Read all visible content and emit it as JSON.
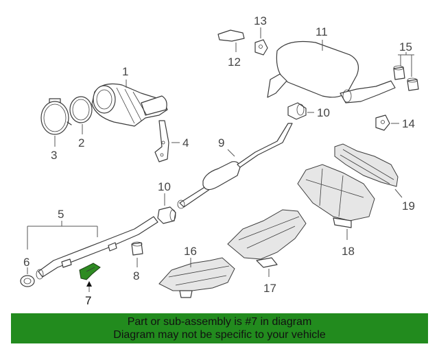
{
  "diagram": {
    "part_labels": {
      "p1": "1",
      "p2": "2",
      "p3": "3",
      "p4": "4",
      "p5": "5",
      "p6": "6",
      "p7": "7",
      "p8": "8",
      "p9": "9",
      "p10a": "10",
      "p10b": "10",
      "p11": "11",
      "p12": "12",
      "p13": "13",
      "p14": "14",
      "p15": "15",
      "p16": "16",
      "p17": "17",
      "p18": "18",
      "p19": "19"
    },
    "highlight_color": "#2e8b22"
  },
  "footer": {
    "line1": "Part or sub-assembly is #7 in diagram",
    "line2": "Diagram may not be specific to your vehicle",
    "background": "#228b1e"
  }
}
